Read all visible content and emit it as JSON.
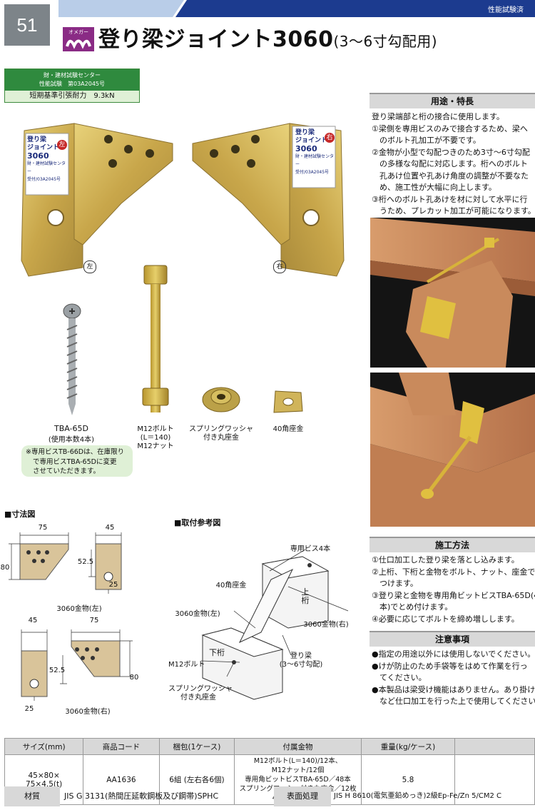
{
  "header": {
    "page_number": "51",
    "badge": "性能試験済",
    "logo_text": "オメガー",
    "title": "登り梁ジョイント3060",
    "title_sub": "(3〜6寸勾配用)"
  },
  "certification": {
    "line1": "財・建材試験センター",
    "line2": "性能試験　第03A2045号",
    "strength": "短期基準引張耐力　9.3kN"
  },
  "product_photos": {
    "left_label": "左",
    "right_label": "右",
    "sticker_left": [
      "登り梁",
      "ジョイント",
      "3060",
      "財・建材試験センター",
      "受付/03A2045号"
    ],
    "sticker_left_mark": "左",
    "sticker_right": [
      "登り梁",
      "ジョイント",
      "3060",
      "財・建材試験センター",
      "受付/03A2045号"
    ],
    "sticker_right_mark": "右"
  },
  "accessories": {
    "screw_name": "TBA-65D",
    "screw_qty": "(使用本数4本)",
    "bolt_line1": "M12ボルト",
    "bolt_line2": "(L＝140)",
    "bolt_line3": "M12ナット",
    "washer_line1": "スプリングワッシャ",
    "washer_line2": "付き丸座金",
    "square_washer": "40角座金",
    "note_lines": [
      "※専用ビスTB-66Dは、在庫限り",
      "で専用ビスTBA-65Dに変更",
      "させていただきます。"
    ]
  },
  "usage": {
    "header": "用途・特長",
    "lines": [
      "登り梁端部と桁の接合に使用します。",
      "①梁側を専用ビスのみで接合するため、梁へ",
      "　のボルト孔加工が不要です。",
      "②金物が小型で勾配つきのため3寸〜6寸勾配",
      "　の多様な勾配に対応します。桁へのボルト",
      "　孔あけ位置や孔あけ角度の調整が不要なた",
      "　め、施工性が大幅に向上します。",
      "③桁へのボルト孔あけを材に対して水平に行",
      "　うため、プレカット加工が可能になります。"
    ]
  },
  "install": {
    "header": "施工方法",
    "lines": [
      "①仕口加工した登り梁を落とし込みます。",
      "②上桁、下桁と金物をボルト、ナット、座金でとめ",
      "　つけます。",
      "③登り梁と金物を専用角ビットビスTBA-65D(4",
      "　本)でとめ付けます。",
      "④必要に応じてボルトを締め増しします。"
    ]
  },
  "caution": {
    "header": "注意事項",
    "lines": [
      "●指定の用途以外には使用しないでください。",
      "●けが防止のため手袋等をはめて作業を行っ",
      "　てください。",
      "●本製品は梁受け機能はありません。あり掛け",
      "　など仕口加工を行った上で使用してください。"
    ]
  },
  "dimensions": {
    "header": "■寸法図",
    "d75": "75",
    "d45": "45",
    "d80": "80",
    "d52_5": "52.5",
    "d25": "25",
    "caption_left": "3060金物(左)",
    "caption_right": "3060金物(右)"
  },
  "mounting": {
    "header": "■取付参考図",
    "screws": "専用ビス4本",
    "square_washer": "40角座金",
    "upper_beam": "上桁",
    "fitting_left": "3060金物(左)",
    "fitting_right": "3060金物(右)",
    "lower_beam": "下桁",
    "rafter": "登り梁",
    "rafter_pitch": "(3〜6寸勾配)",
    "bolt": "M12ボルト",
    "washer_line1": "スプリングワッシャ",
    "washer_line2": "付き丸座金"
  },
  "spec_table": {
    "headers": [
      "サイズ(mm)",
      "商品コード",
      "梱包(1ケース)",
      "付属金物",
      "重量(kg/ケース)",
      ""
    ],
    "size_line1": "45×80×",
    "size_line2": "75×4.5(t)",
    "code": "AA1636",
    "packing": "6組 (左右各6個)",
    "accessory_lines": [
      "M12ボルト(L＝140)/12本、",
      "M12ナット/12個",
      "専用角ビットビスTBA-65D／48本",
      "スプリングワッシャ付き丸座金／12枚",
      "40角座金／12枚"
    ],
    "weight": "5.8"
  },
  "footer": {
    "material_label": "材質",
    "material_value": "JIS G 3131(熱間圧延軟鋼板及び鋼帯)SPHC",
    "finish_label": "表面処理",
    "finish_value": "JIS H 8610(電気亜鉛めっき)2級Ep-Fe/Zn 5/CM2 C"
  },
  "colors": {
    "gray_number_block": "#7d8489",
    "navy_band": "#1c3b8f",
    "light_blue_band": "#b9cde8",
    "cert_green": "#2f8a3e",
    "light_green": "#dff0d6",
    "header_gray": "#d8d8d8",
    "bracket_gold": "#c8a64a",
    "diagram_tan": "#d9c49a",
    "wood": "#c98a5c"
  }
}
